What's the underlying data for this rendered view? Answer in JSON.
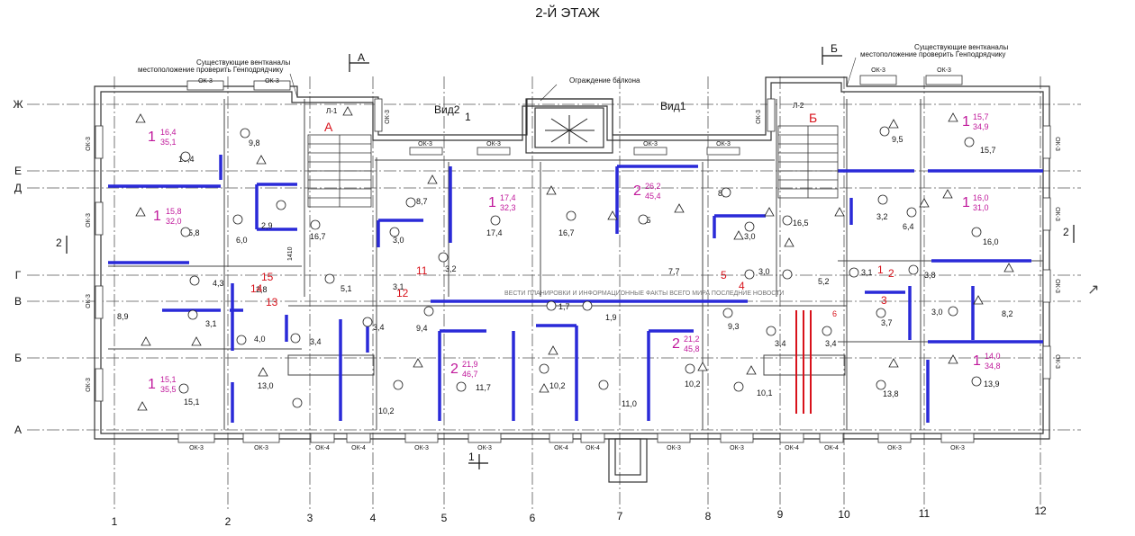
{
  "title": "2-Й ЭТАЖ",
  "notes": {
    "vents_line1": "Существующие вентканалы",
    "vents_line2": "местоположение проверить Генподрядчику",
    "balcony": "Ограждение балкона",
    "watermark": "ВЕСТИ ПЛАНИРОВКИ И ИНФОРМАЦИОННЫЕ ФАКТЫ ВСЕГО МИРА ПОСЛЕДНИЕ НОВОСТИ"
  },
  "views": [
    "Вид2",
    "Вид1"
  ],
  "cuts": [
    "A",
    "Б",
    "1",
    "2"
  ],
  "stairs": [
    "Л-1",
    "Л-2"
  ],
  "stair_letters": [
    "A",
    "Б"
  ],
  "row_axes": [
    "Ж",
    "Е",
    "Д",
    "Г",
    "В",
    "Б",
    "А"
  ],
  "col_axes": [
    "1",
    "2",
    "3",
    "4",
    "5",
    "6",
    "7",
    "8",
    "9",
    "10",
    "11",
    "12"
  ],
  "window_label": "ОК-3",
  "window_label_4": "ОК-4",
  "apartments": [
    {
      "num": "1",
      "living": "16,4",
      "total": "35,1"
    },
    {
      "num": "1",
      "living": "15,8",
      "total": "32,0"
    },
    {
      "num": "1",
      "living": "15,1",
      "total": "35,5"
    },
    {
      "num": "1",
      "living": "17,4",
      "total": "32,3"
    },
    {
      "num": "2",
      "living": "26,2",
      "total": "45,4"
    },
    {
      "num": "2",
      "living": "21,9",
      "total": "46,7"
    },
    {
      "num": "2",
      "living": "21,2",
      "total": "45,8"
    },
    {
      "num": "1",
      "living": "15,7",
      "total": "34,9"
    },
    {
      "num": "1",
      "living": "16,0",
      "total": "31,0"
    },
    {
      "num": "1",
      "living": "14,0",
      "total": "34,8"
    }
  ],
  "room_areas": [
    "16,4",
    "9,8",
    "15,8",
    "6,0",
    "2,9",
    "16,7",
    "8,7",
    "17,4",
    "9,5",
    "16,7",
    "8,5",
    "16,5",
    "9,5",
    "15,7",
    "3,2",
    "6,4",
    "16,0",
    "3,0",
    "3,0",
    "4,3",
    "2,8",
    "5,1",
    "3,1",
    "3,2",
    "7,7",
    "3,0",
    "5,2",
    "3,1",
    "3,8",
    "8,9",
    "3,1",
    "4,0",
    "3,4",
    "3,4",
    "9,4",
    "1,7",
    "1,9",
    "9,3",
    "3,7",
    "3,0",
    "8,2",
    "13,0",
    "10,2",
    "11,7",
    "10,2",
    "11,0",
    "10,2",
    "10,1",
    "13,8",
    "13,9",
    "15,1",
    "3,4",
    "3,4",
    "1410"
  ],
  "red_labels": [
    "15",
    "14",
    "13",
    "11",
    "12",
    "5",
    "4",
    "3",
    "1",
    "2",
    "6"
  ]
}
